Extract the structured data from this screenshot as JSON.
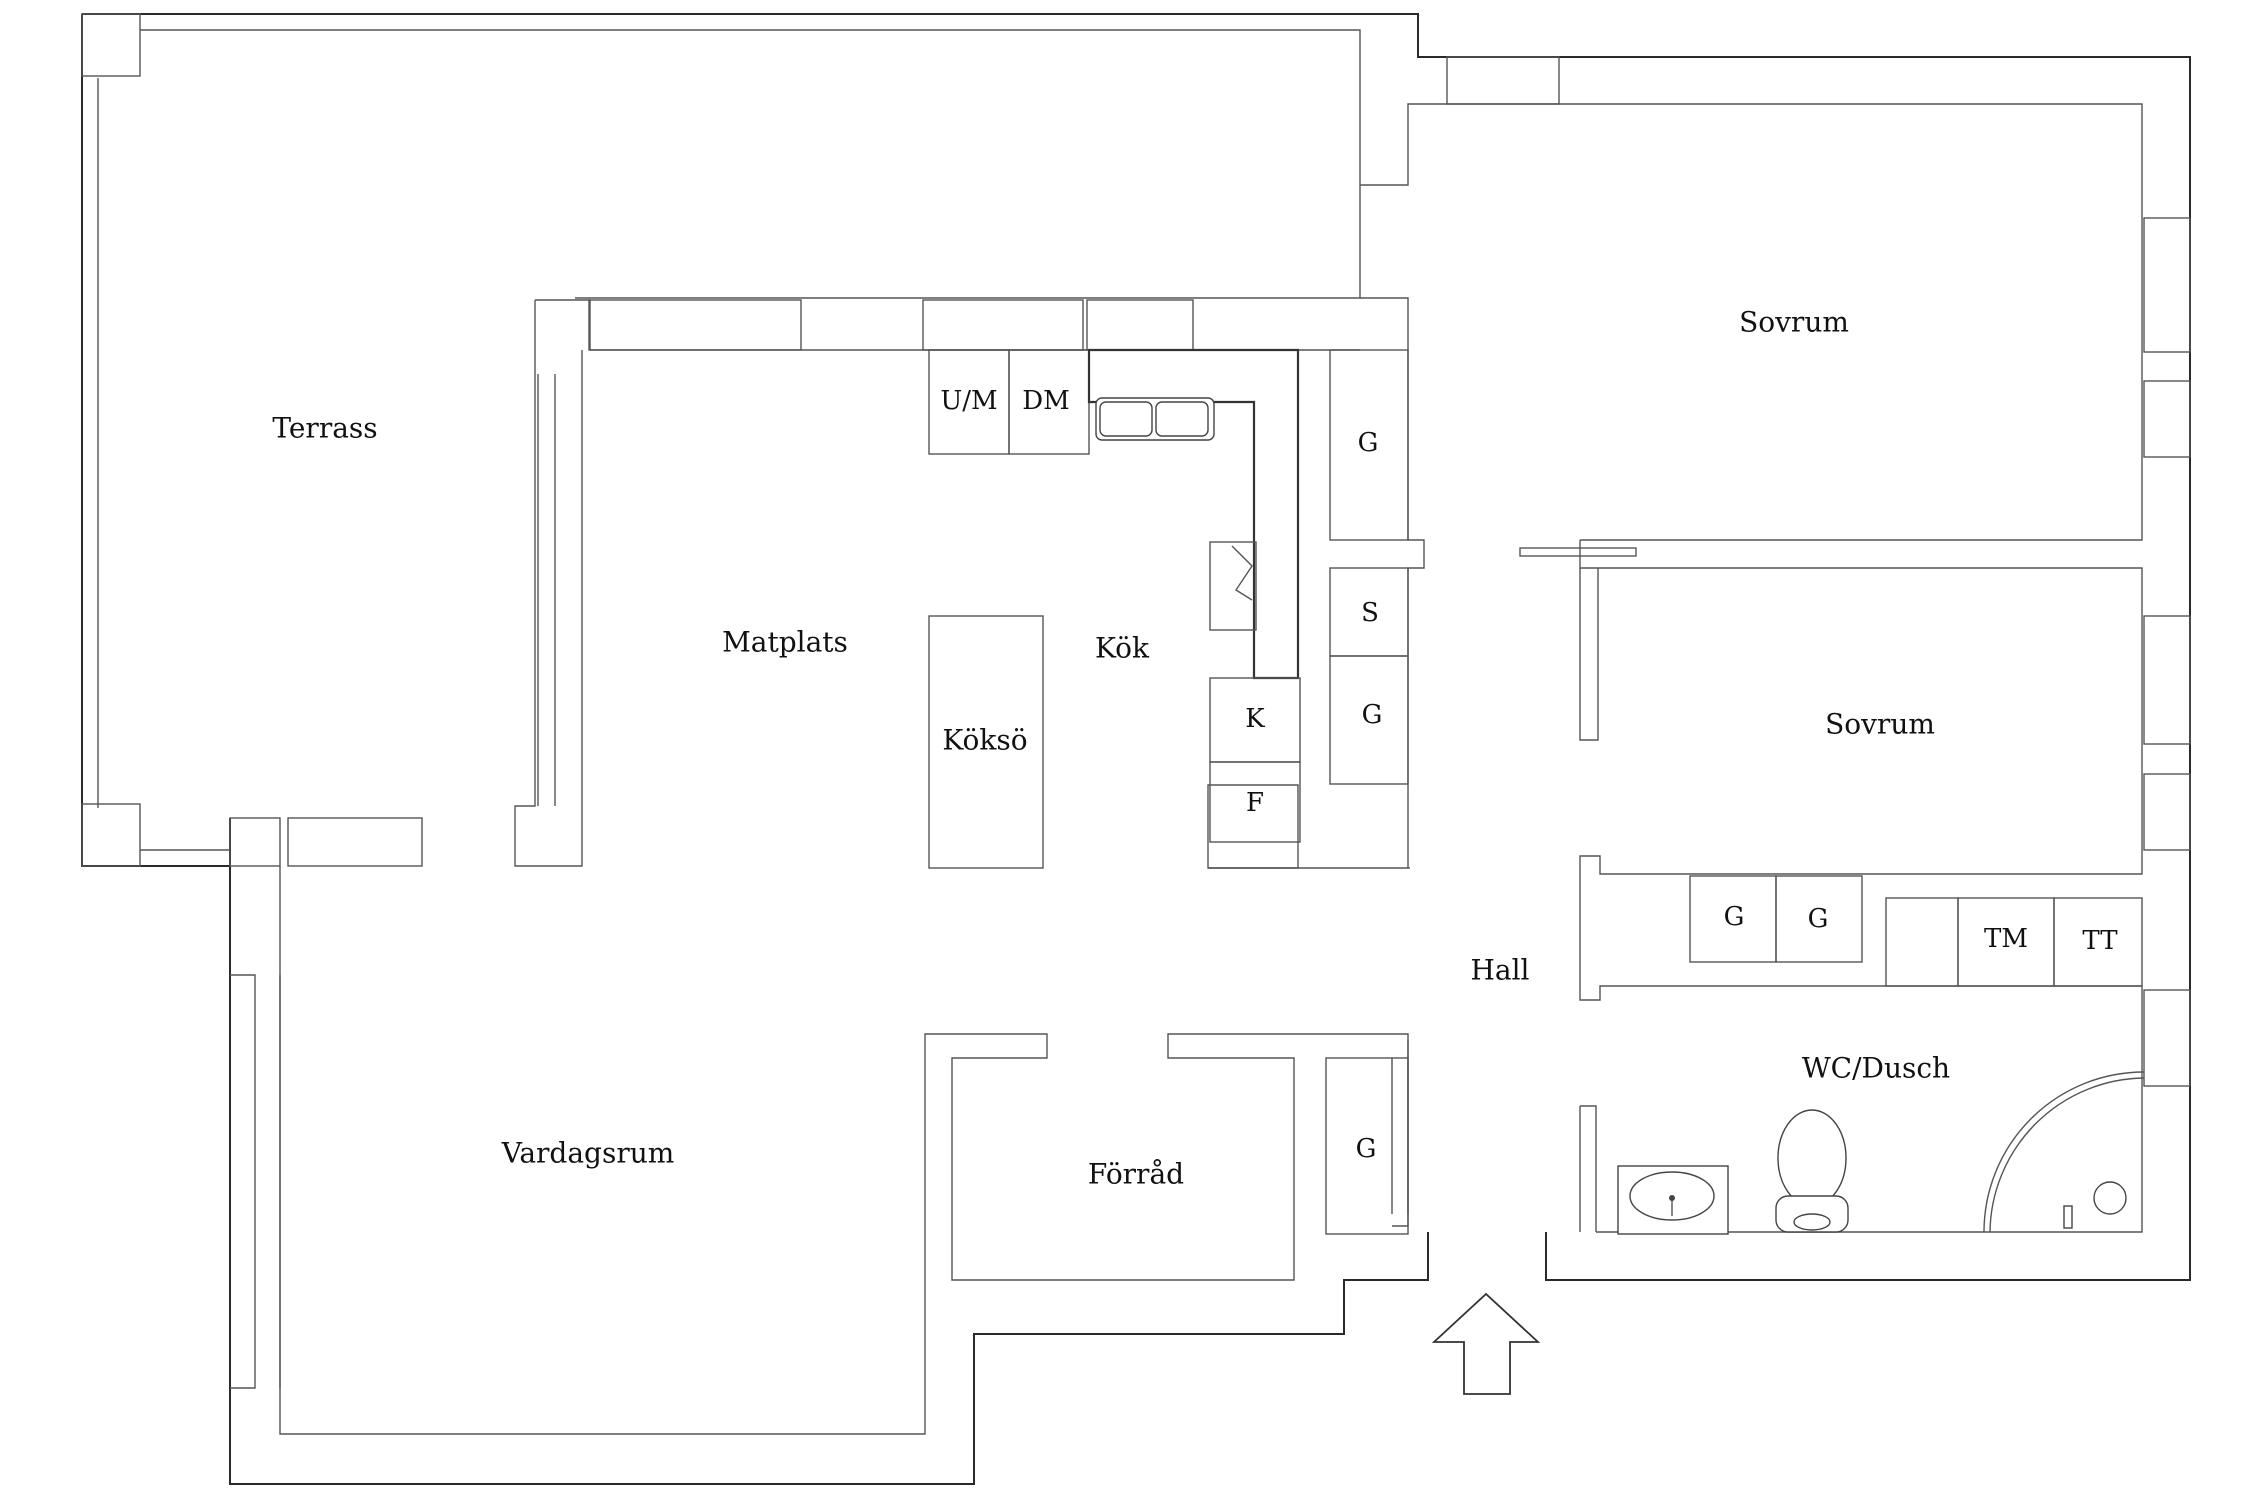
{
  "rooms": {
    "terrace": "Terrass",
    "dining": "Matplats",
    "kitchen": "Kök",
    "island": "Köksö",
    "bedroom_1": "Sovrum",
    "bedroom_2": "Sovrum",
    "hall": "Hall",
    "living": "Vardagsrum",
    "storage": "Förråd",
    "bath": "WC/Dusch"
  },
  "fixtures": {
    "freezer_micro": "U/M",
    "dishwasher": "DM",
    "wardrobe_kitchen_top": "G",
    "wardrobe_s": "S",
    "wardrobe_kitchen_lower": "G",
    "fridge": "K",
    "freezer": "F",
    "wardrobe_hall_1": "G",
    "wardrobe_hall_2": "G",
    "dryer": "TM",
    "drying_cabinet": "TT",
    "wardrobe_storage": "G"
  },
  "colors": {
    "wall": "#2a2a2a",
    "background": "#ffffff"
  }
}
